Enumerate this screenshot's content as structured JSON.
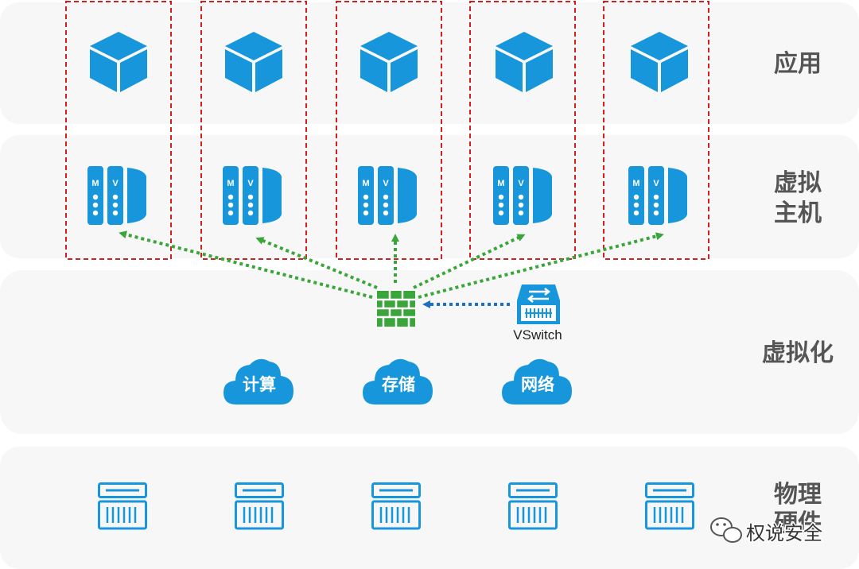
{
  "layers": {
    "application": {
      "label": "应用"
    },
    "virtual_host": {
      "label_line1": "虚拟",
      "label_line2": "主机"
    },
    "virtualization": {
      "label": "虚拟化"
    },
    "physical": {
      "label_line1": "物理",
      "label_line2": "硬件"
    }
  },
  "vm_icon": {
    "letter_left": "M",
    "letter_right": "V"
  },
  "clouds": [
    {
      "label": "计算"
    },
    {
      "label": "存储"
    },
    {
      "label": "网络"
    }
  ],
  "vswitch": {
    "label": "VSwitch"
  },
  "watermark": {
    "text": "权说安全"
  },
  "colors": {
    "accent_blue": "#1796dc",
    "firewall_green": "#3aa53a",
    "dashed_box_red": "#cc2222",
    "green_arrow": "#3aa53a",
    "blue_arrow": "#1f6fc0",
    "layer_bg": "#f7f7f7",
    "label_gray": "#555555"
  }
}
